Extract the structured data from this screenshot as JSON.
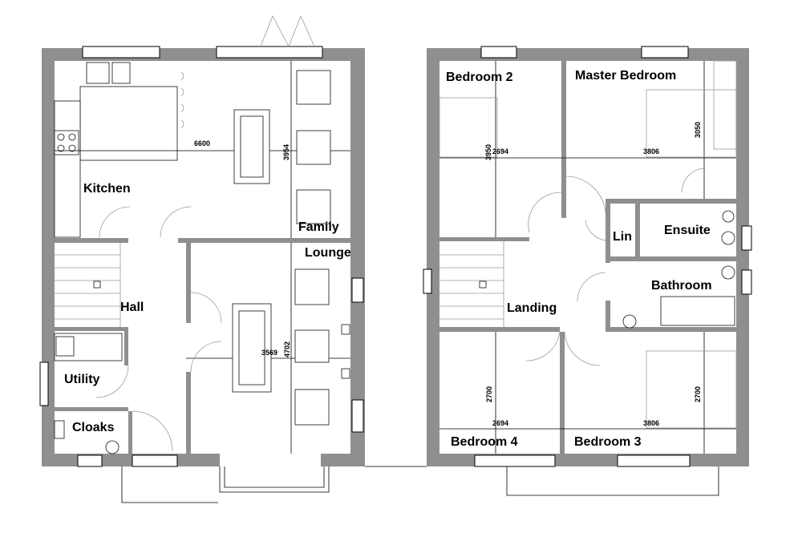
{
  "ground_floor": {
    "rooms": {
      "kitchen": "Kitchen",
      "family": "Family",
      "lounge": "Lounge",
      "hall": "Hall",
      "utility": "Utility",
      "cloaks": "Cloaks"
    },
    "dimensions": {
      "kitchen_width": "6600",
      "family_depth": "3954",
      "lounge_width": "3569",
      "lounge_depth": "4702"
    }
  },
  "first_floor": {
    "rooms": {
      "bedroom2": "Bedroom 2",
      "master": "Master Bedroom",
      "lin": "Lin",
      "ensuite": "Ensuite",
      "bathroom": "Bathroom",
      "landing": "Landing",
      "bedroom4": "Bedroom 4",
      "bedroom3": "Bedroom 3"
    },
    "dimensions": {
      "bed2_depth": "3950",
      "bed2_width": "2694",
      "master_width": "3806",
      "master_depth": "3050",
      "bed4_depth": "2700",
      "bed4_width": "2694",
      "bed3_width": "3806",
      "bed3_depth": "2700"
    }
  }
}
